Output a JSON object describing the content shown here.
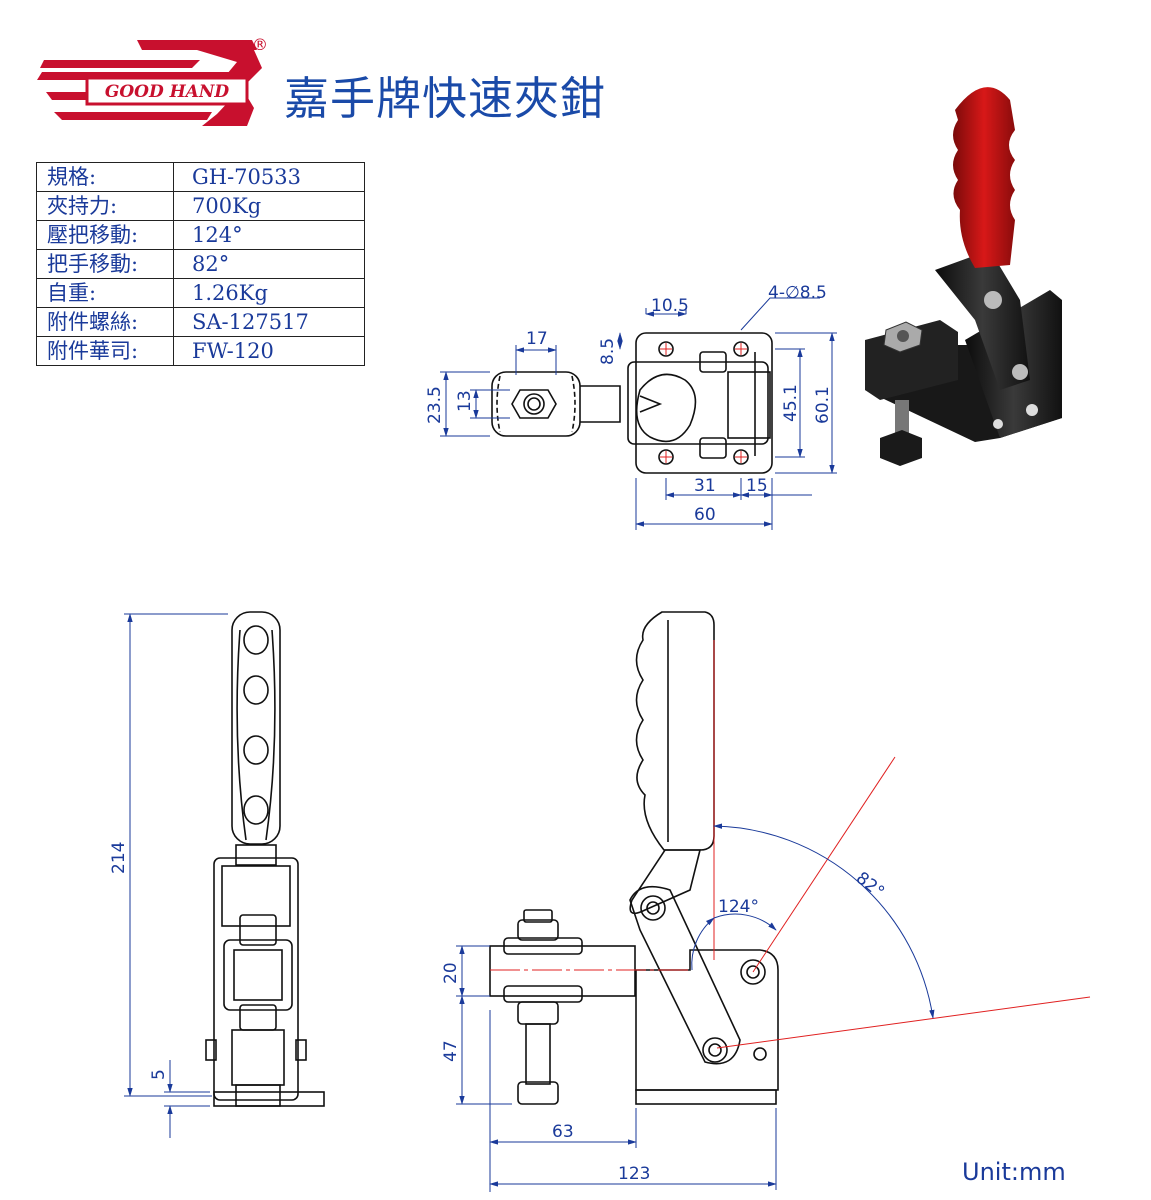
{
  "logo": {
    "text": "GOOD HAND",
    "registered": "®",
    "brand_color": "#c8102e"
  },
  "title": "嘉手牌快速夾鉗",
  "specs": [
    {
      "key": "規格:",
      "value": "GH-70533"
    },
    {
      "key": "夾持力:",
      "value": "700Kg"
    },
    {
      "key": "壓把移動:",
      "value": "124°"
    },
    {
      "key": "把手移動:",
      "value": "82°"
    },
    {
      "key": "自重:",
      "value": "1.26Kg"
    },
    {
      "key": "附件螺絲:",
      "value": "SA-127517"
    },
    {
      "key": "附件華司:",
      "value": "FW-120"
    }
  ],
  "dimensions": {
    "d_10_5": "10.5",
    "d_4_phi": "4-∅8.5",
    "d_17": "17",
    "d_8_5": "8.5",
    "d_23_5": "23.5",
    "d_13": "13",
    "d_45_1": "45.1",
    "d_60_1": "60.1",
    "d_31": "31",
    "d_15": "15",
    "d_60": "60",
    "d_214": "214",
    "d_5": "5",
    "d_20": "20",
    "d_47": "47",
    "d_63": "63",
    "d_123": "123",
    "d_124deg": "124°",
    "d_82deg": "82°"
  },
  "unit_label": "Unit:mm",
  "colors": {
    "dimension": "#1a3a9a",
    "handle": "#c8102e",
    "centerline": "#e02020",
    "body": "#1c1c1c"
  }
}
